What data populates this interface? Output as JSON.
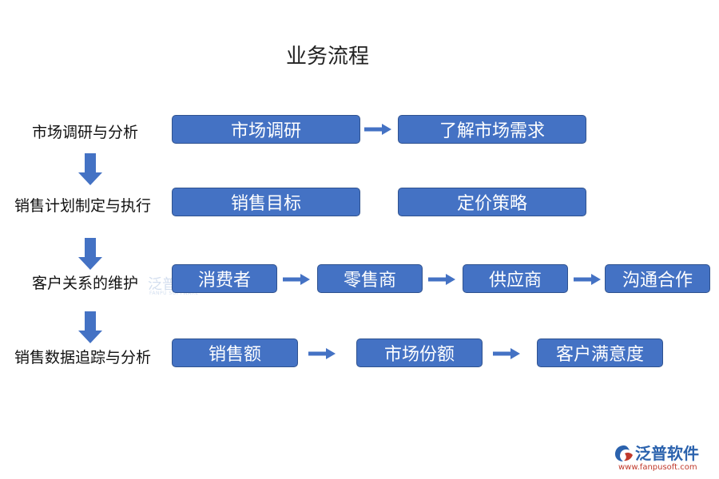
{
  "title": "业务流程",
  "rows": [
    {
      "label": "市场调研与分析",
      "steps": [
        "市场调研",
        "了解市场需求"
      ]
    },
    {
      "label": "销售计划制定与执行",
      "steps": [
        "销售目标",
        "定价策略"
      ]
    },
    {
      "label": "客户关系的维护",
      "steps": [
        "消费者",
        "零售商",
        "供应商",
        "沟通合作"
      ]
    },
    {
      "label": "销售数据追踪与分析",
      "steps": [
        "销售额",
        "市场份额",
        "客户满意度"
      ]
    }
  ],
  "watermark": {
    "text": "泛普软件",
    "sub": "FANPU SOFTWARE"
  },
  "logo": {
    "name": "泛普软件",
    "url": "www.fanpusoft.com"
  },
  "colors": {
    "box_fill": "#4472c4",
    "box_border": "#2f528f",
    "arrow": "#4472c4",
    "logo_blue": "#2b62ad",
    "logo_red": "#c0392b"
  }
}
